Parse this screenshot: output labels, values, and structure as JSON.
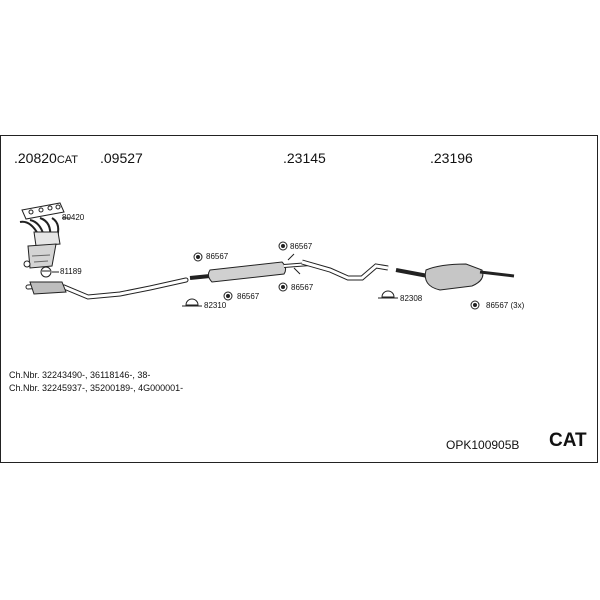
{
  "group_labels": [
    {
      "number": ".20820",
      "suffix": "CAT"
    },
    {
      "number": ".09527",
      "suffix": ""
    },
    {
      "number": ".23145",
      "suffix": ""
    },
    {
      "number": ".23196",
      "suffix": ""
    }
  ],
  "parts": {
    "p80420": "80420",
    "p81189": "81189",
    "p86567_a": "86567",
    "p86567_b": "86567",
    "p82310": "82310",
    "p86567_c": "86567",
    "p86567_d": "86567",
    "p82308": "82308",
    "p86567_3x": "86567 (3x)"
  },
  "chassis_lines": [
    "Ch.Nbr. 32243490-, 36118146-, 38-",
    "Ch.Nbr. 32245937-, 35200189-, 4G000001-"
  ],
  "kit_code": "OPK100905B",
  "cat_label": "CAT"
}
